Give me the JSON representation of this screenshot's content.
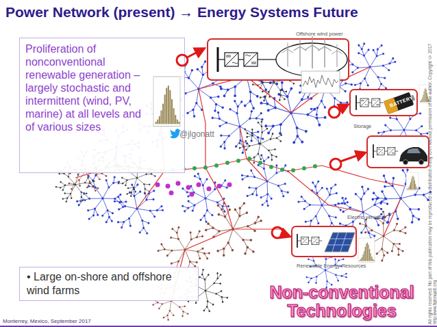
{
  "diagram": {
    "title": "Power Network (present) → Energy Systems Future",
    "nodes": [
      {
        "text": [
          "Proliferation of nonconventional renewable generation – largely stochastic and intermittent (wind, PV, marine) at all levels and of various sizes"
        ]
      },
      {
        "text": [
          "Offshore wind power"
        ]
      },
      {
        "text": [
          "Storage"
        ]
      },
      {
        "text": [
          "Electric vehicles"
        ]
      },
      {
        "text": [
          "Renewable Energy Resources"
        ]
      },
      {
        "text": [
          "• Large on-shore and offshore wind farms"
        ]
      }
    ],
    "labels": [
      "@jlgonatt",
      "BATTERY",
      "Non-conventional Technologies",
      "Monterrey, Mexico, September 2017",
      "All rights reserved. No part of this publication may be reproduced or distributed in any form without permission of the author. Copyright © 2017 http:www.fglongatt.org"
    ]
  }
}
